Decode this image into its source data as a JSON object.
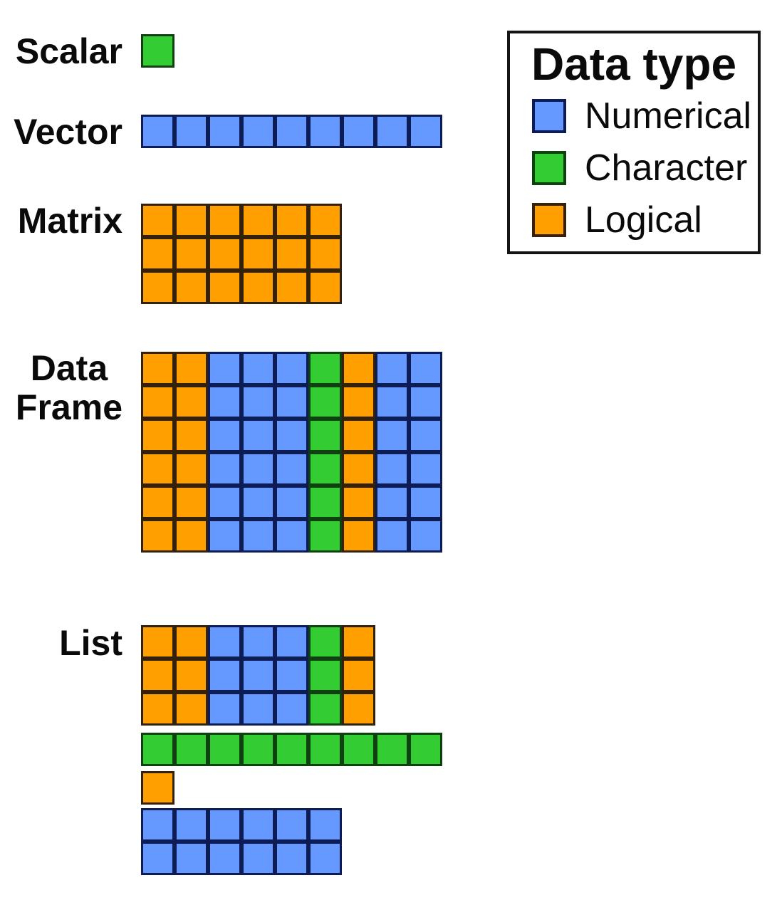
{
  "colors": {
    "numerical": "#6699FF",
    "character": "#33CC33",
    "logical": "#FFA000"
  },
  "cell_types": {
    "N": "numerical",
    "C": "character",
    "L": "logical"
  },
  "structures": [
    {
      "id": "scalar",
      "label": "Scalar",
      "blocks": [
        {
          "pattern": [
            "C"
          ]
        }
      ]
    },
    {
      "id": "vector",
      "label": "Vector",
      "blocks": [
        {
          "pattern": [
            "NNNNNNNNN"
          ]
        }
      ]
    },
    {
      "id": "matrix",
      "label": "Matrix",
      "blocks": [
        {
          "pattern": [
            "LLLLLL",
            "LLLLLL",
            "LLLLLL"
          ]
        }
      ]
    },
    {
      "id": "data-frame",
      "label": "Data\nFrame",
      "blocks": [
        {
          "pattern": [
            "LLNNNCLNN",
            "LLNNNCLNN",
            "LLNNNCLNN",
            "LLNNNCLNN",
            "LLNNNCLNN",
            "LLNNNCLNN"
          ]
        }
      ]
    },
    {
      "id": "list",
      "label": "List",
      "blocks": [
        {
          "pattern": [
            "LLNNNCL",
            "LLNNNCL",
            "LLNNNCL"
          ]
        },
        {
          "pattern": [
            "CCCCCCCCC"
          ]
        },
        {
          "pattern": [
            "L"
          ]
        },
        {
          "pattern": [
            "NNNNNN",
            "NNNNNN"
          ]
        }
      ]
    }
  ],
  "legend": {
    "title": "Data type",
    "items": [
      {
        "label": "Numerical",
        "type": "numerical"
      },
      {
        "label": "Character",
        "type": "character"
      },
      {
        "label": "Logical",
        "type": "logical"
      }
    ]
  }
}
